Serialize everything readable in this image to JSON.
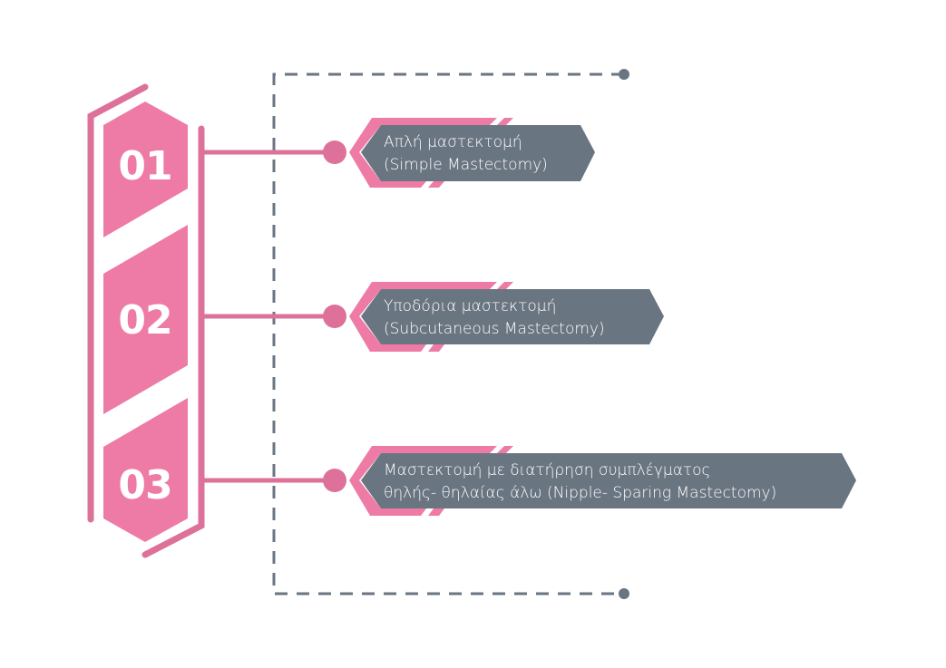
{
  "colors": {
    "pink": "#ee7ba5",
    "pink_dark": "#dd7199",
    "slate": "#6a7582",
    "dashed_frame": "#6a7582",
    "text_light": "#ffffff"
  },
  "steps": [
    {
      "number": "01",
      "line1": "Απλή μαστεκτομή",
      "line2": "(Simple Mastectomy)"
    },
    {
      "number": "02",
      "line1": "Υποδόρια μαστεκτομή",
      "line2": "(Subcutaneous Mastectomy)"
    },
    {
      "number": "03",
      "line1": "Μαστεκτομή με διατήρηση συμπλέγματος",
      "line2": "θηλής- θηλαίας άλω (Nipple- Sparing Mastectomy)"
    }
  ]
}
